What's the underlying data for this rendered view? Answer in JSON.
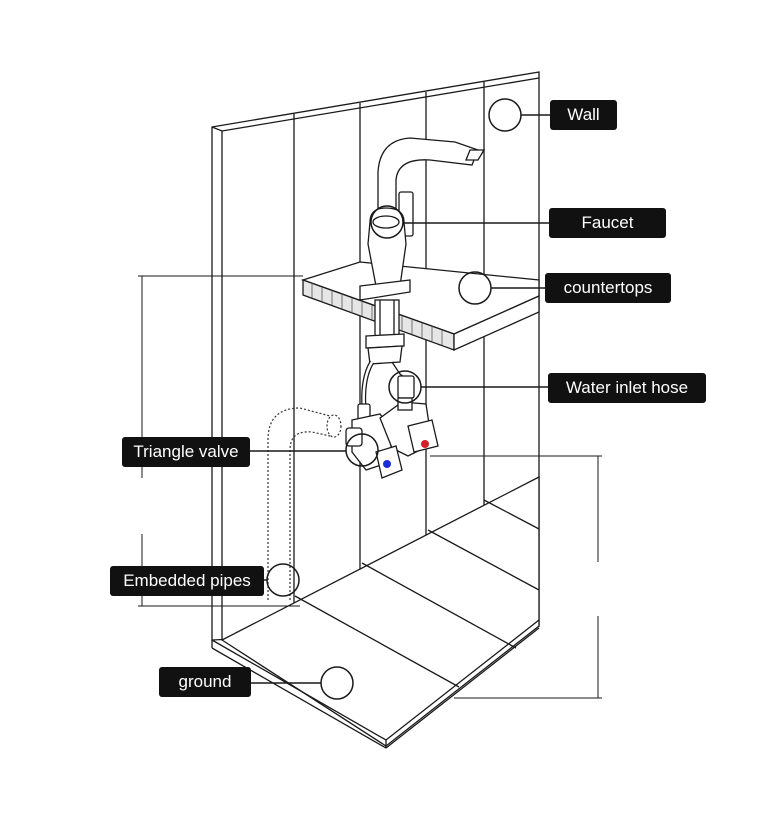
{
  "labels": {
    "wall": "Wall",
    "faucet": "Faucet",
    "countertops": "countertops",
    "water_inlet_hose": "Water inlet hose",
    "triangle_valve": "Triangle valve",
    "embedded_pipes": "Embedded pipes",
    "ground": "ground"
  },
  "colors": {
    "line": "#1a1a1a",
    "label_bg": "#111111",
    "label_text": "#ffffff",
    "hot_marker": "#d0202a",
    "cold_marker": "#1c2fd6"
  }
}
